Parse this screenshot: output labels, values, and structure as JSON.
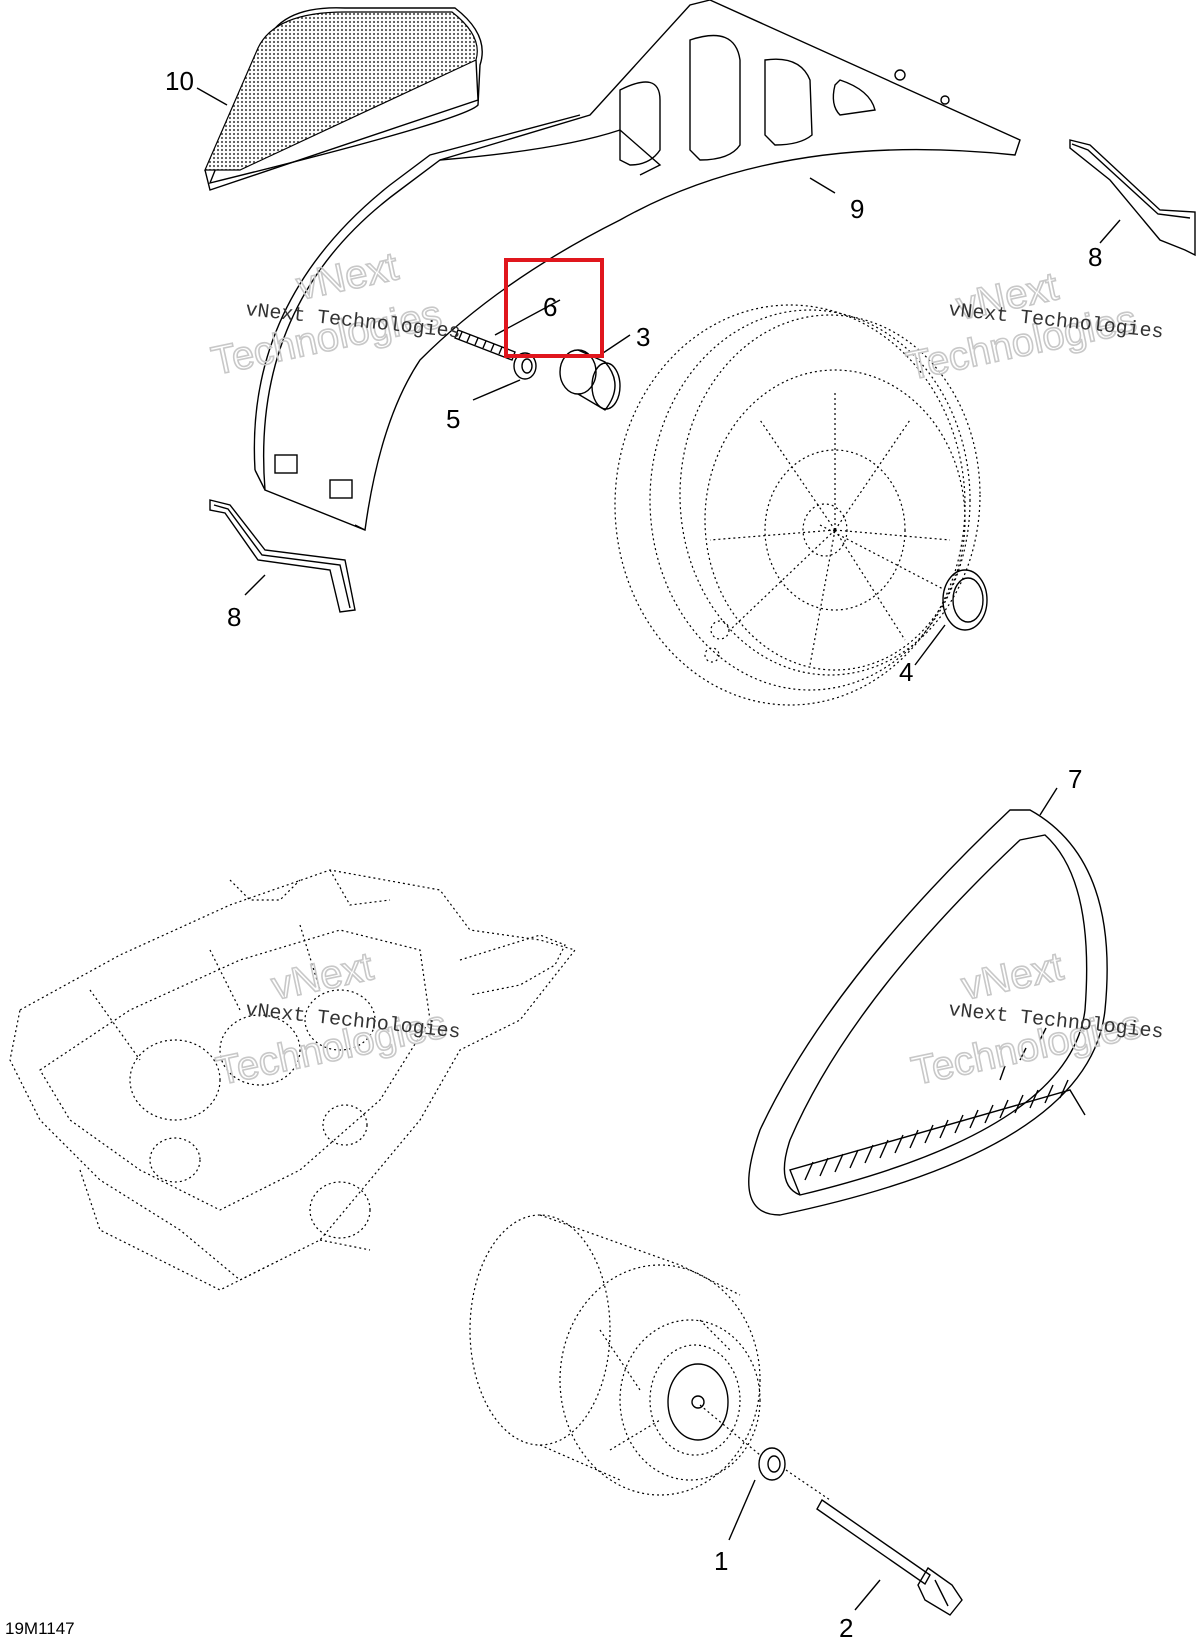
{
  "callouts": {
    "c1": "1",
    "c2": "2",
    "c3": "3",
    "c4": "4",
    "c5": "5",
    "c6": "6",
    "c7": "7",
    "c8a": "8",
    "c8b": "8",
    "c9": "9",
    "c10": "10"
  },
  "highlight": {
    "callout": "6",
    "color": "#e0161d"
  },
  "watermark": {
    "line": "vNext Technologies",
    "big_1": "vNext",
    "big_2": "Technologies"
  },
  "figure_ref": "19M1147"
}
